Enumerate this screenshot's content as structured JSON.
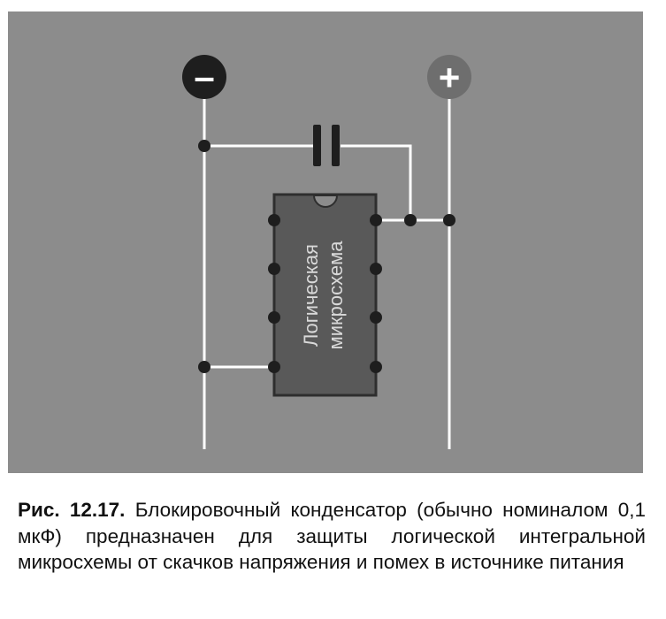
{
  "figure": {
    "colors": {
      "background": "#8c8c8c",
      "wire": "#ffffff",
      "chip_fill": "#595959",
      "chip_border": "#2e2e2e",
      "pin": "#1e1e1e",
      "node": "#1e1e1e",
      "negative_terminal": "#1e1e1e",
      "positive_terminal": "#6e6e6e",
      "terminal_symbol": "#ffffff",
      "chip_text": "#d9d9d9"
    },
    "terminals": {
      "negative_symbol": "–",
      "positive_symbol": "+"
    },
    "chip": {
      "label_line1": "Логическая",
      "label_line2": "микросхема"
    },
    "capacitor_icon": "capacitor-symbol"
  },
  "caption": {
    "label": "Рис. 12.17.",
    "text": "Блокировочный конденсатор (обычно номиналом 0,1 мкФ) предназначен для защиты логической интегральной микросхемы от скачков напряжения и помех в источнике питания"
  }
}
